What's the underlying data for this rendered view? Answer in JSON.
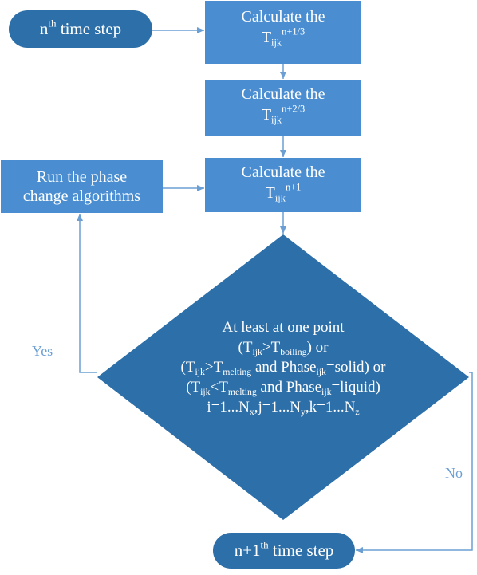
{
  "nodes": {
    "start": {
      "n": "n",
      "th": "th",
      "label": "time step"
    },
    "step1": {
      "line1": "Calculate the",
      "T": "T",
      "sub": "ijk",
      "sup": "n+1/3"
    },
    "step2": {
      "line1": "Calculate the",
      "T": "T",
      "sub": "ijk",
      "sup": "n+2/3"
    },
    "step3": {
      "line1": "Calculate the",
      "T": "T",
      "sub": "ijk",
      "sup": "n+1"
    },
    "phase": {
      "line1": "Run the phase",
      "line2": "change algorithms"
    },
    "decision": {
      "line1": "At least at one point",
      "line2": {
        "open": "(T",
        "sub1": "ijk",
        "op": ">T",
        "sub2": "boiling",
        "close": ") or"
      },
      "line3": {
        "open": "(T",
        "sub1": "ijk",
        "op": ">T",
        "sub2": "melting",
        "mid": " and Phase",
        "sub3": "ijk",
        "close": "=solid) or"
      },
      "line4": {
        "open": "(T",
        "sub1": "ijk",
        "op": "<T",
        "sub2": "melting",
        "mid": " and Phase",
        "sub3": "ijk",
        "close": "=liquid)"
      },
      "line5": {
        "a": "i=1...N",
        "sx": "x",
        "b": ",j=1...N",
        "sy": "y",
        "c": ",k=1...N",
        "sz": "z"
      }
    },
    "end": {
      "n": "n+1",
      "th": "th",
      "label": "time step"
    }
  },
  "edges": {
    "yes": "Yes",
    "no": "No"
  },
  "colors": {
    "box": "#4a8ed1",
    "pill": "#2d6fa8",
    "diamond": "#2d6fa8",
    "arrow": "#6b9fd3",
    "label": "#6b9fd3"
  }
}
